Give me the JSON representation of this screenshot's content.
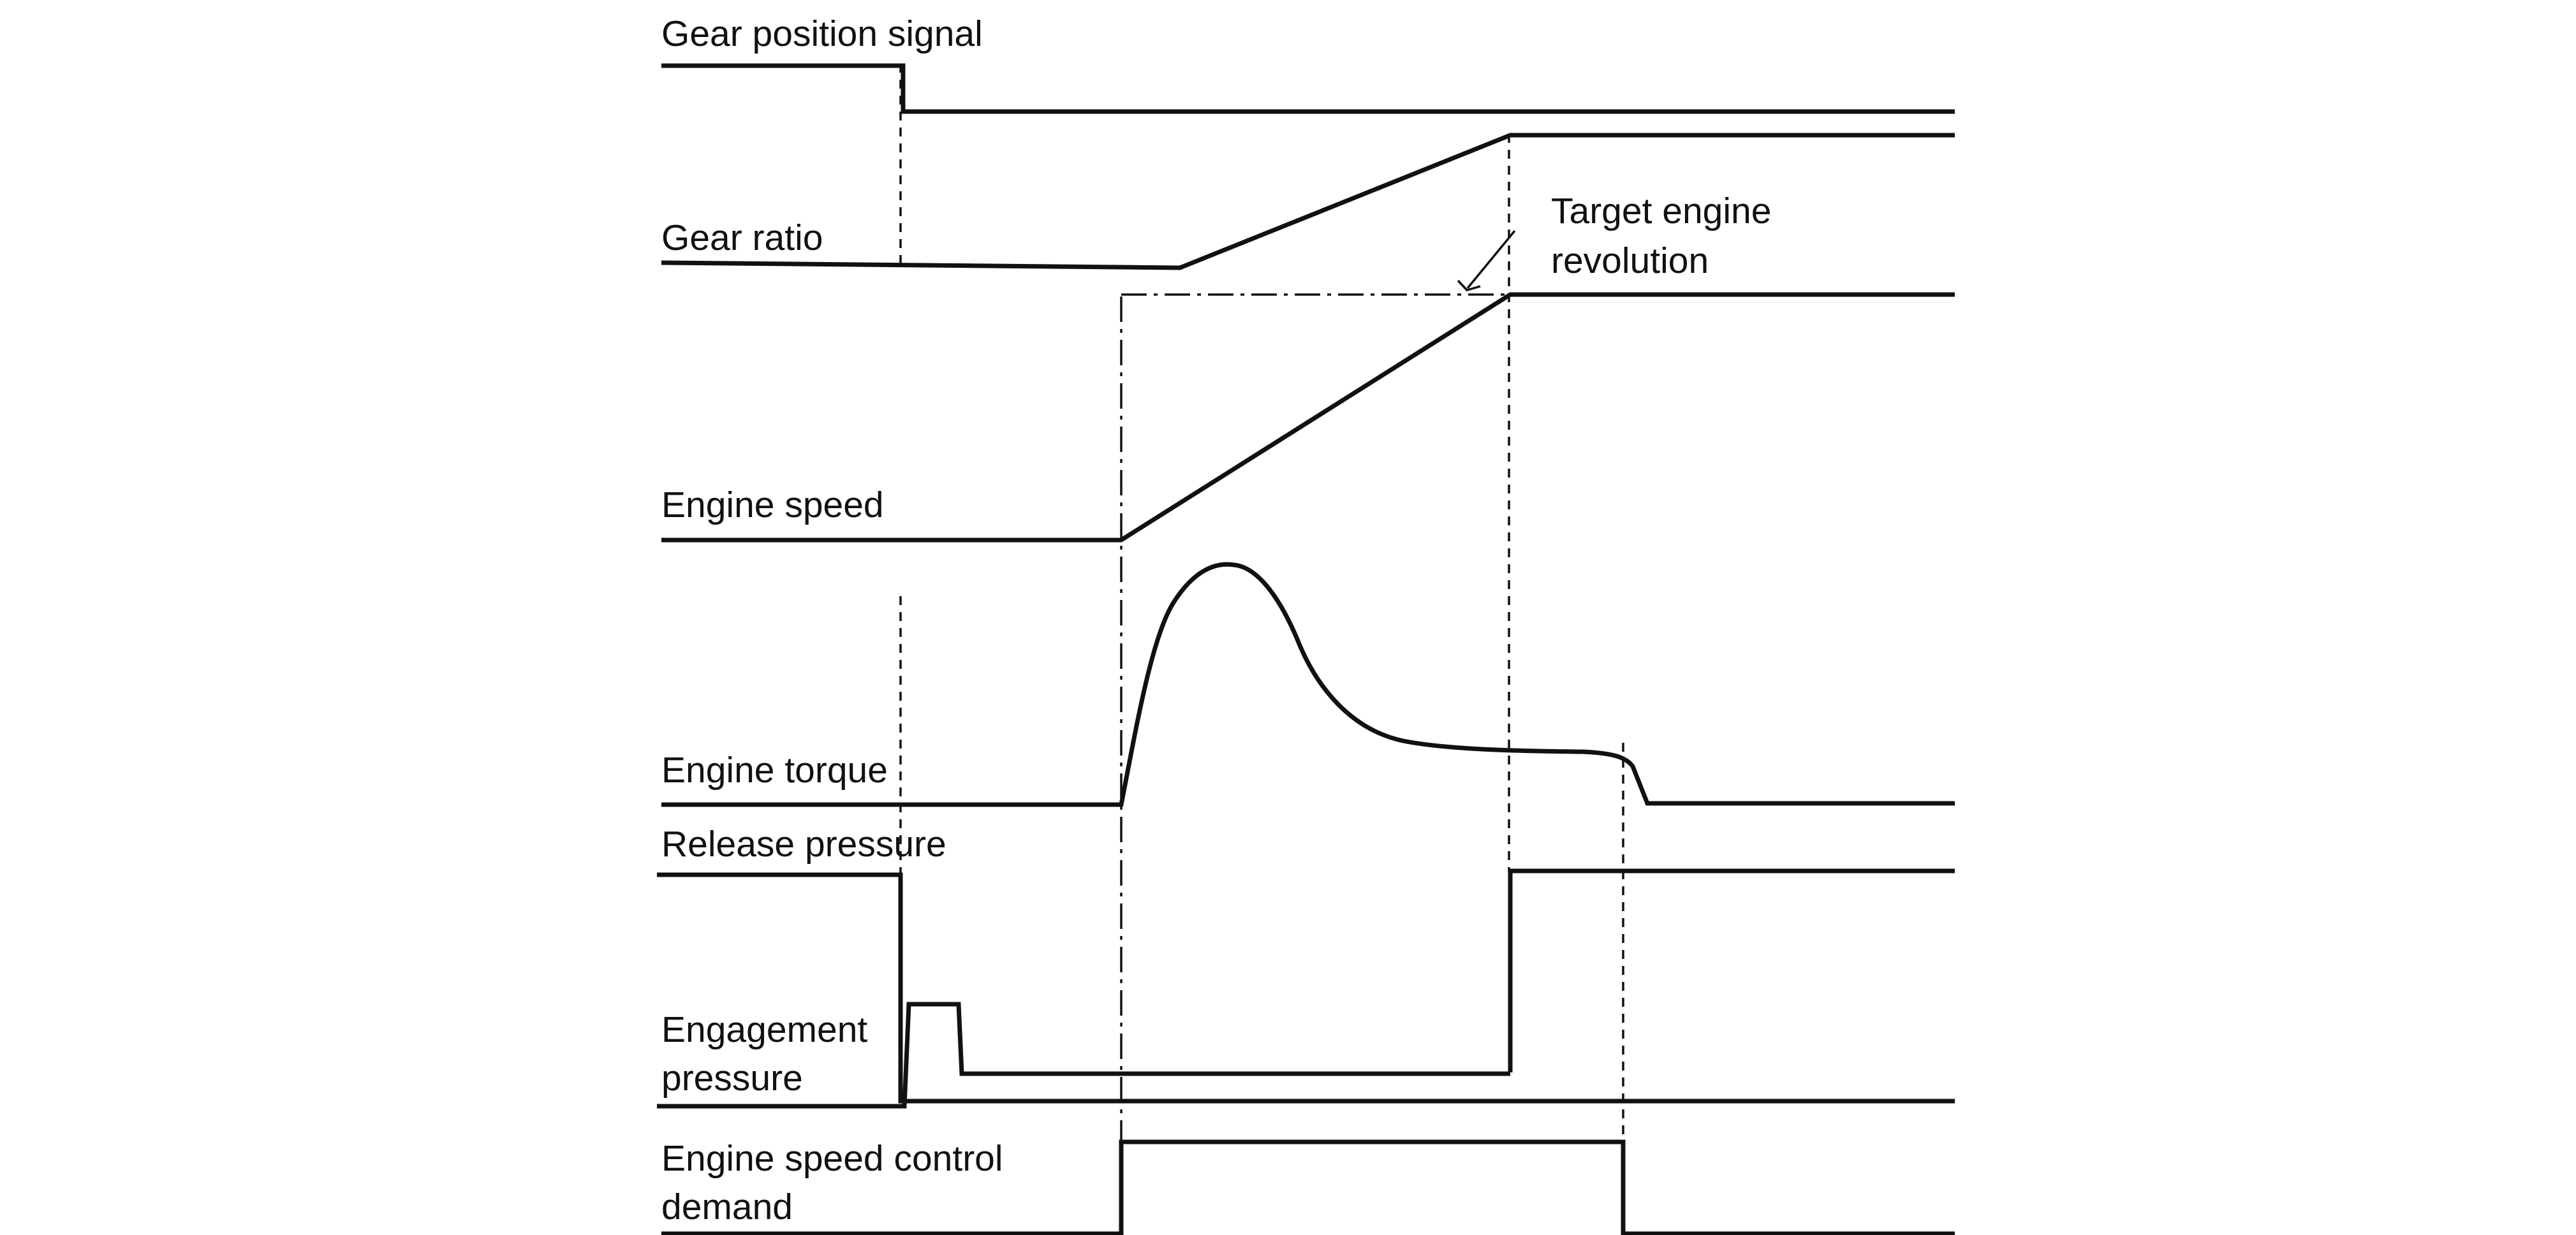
{
  "diagram": {
    "signals": [
      {
        "id": "gear-position-signal",
        "label": "Gear position signal"
      },
      {
        "id": "gear-ratio",
        "label": "Gear ratio"
      },
      {
        "id": "engine-speed",
        "label": "Engine speed"
      },
      {
        "id": "engine-torque",
        "label": "Engine torque"
      },
      {
        "id": "release-pressure",
        "label": "Release pressure"
      },
      {
        "id": "engagement-pressure",
        "label_line1": "Engagement",
        "label_line2": "pressure"
      },
      {
        "id": "engine-speed-control-demand",
        "label_line1": "Engine speed control",
        "label_line2": "demand"
      }
    ],
    "annotation": {
      "line1": "Target engine",
      "line2": "revolution"
    }
  },
  "colors": {
    "line": "#111111",
    "background": "#ffffff"
  }
}
